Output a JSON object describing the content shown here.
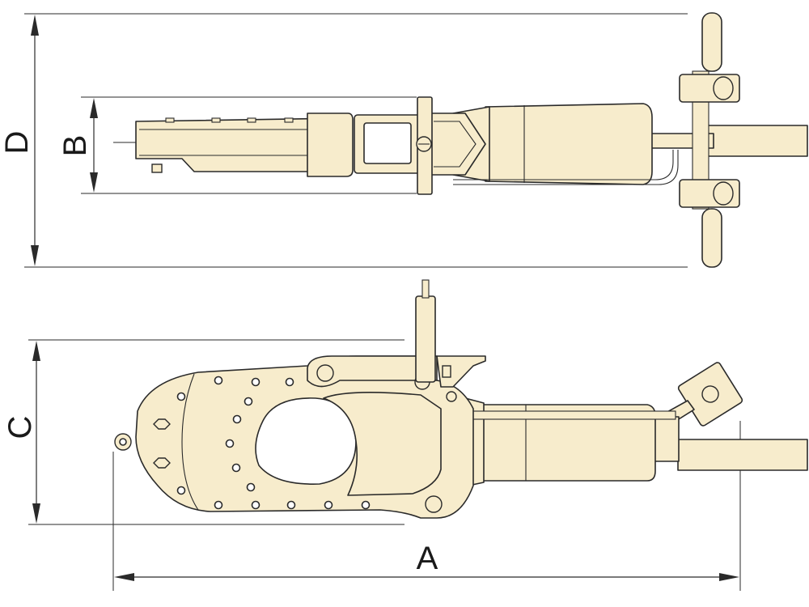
{
  "colors": {
    "body": "#f7eccc",
    "ink": "#2a2a2a",
    "hole": "#ffffff"
  },
  "dimensions": {
    "a": "A",
    "b": "B",
    "c": "C",
    "d": "D"
  }
}
